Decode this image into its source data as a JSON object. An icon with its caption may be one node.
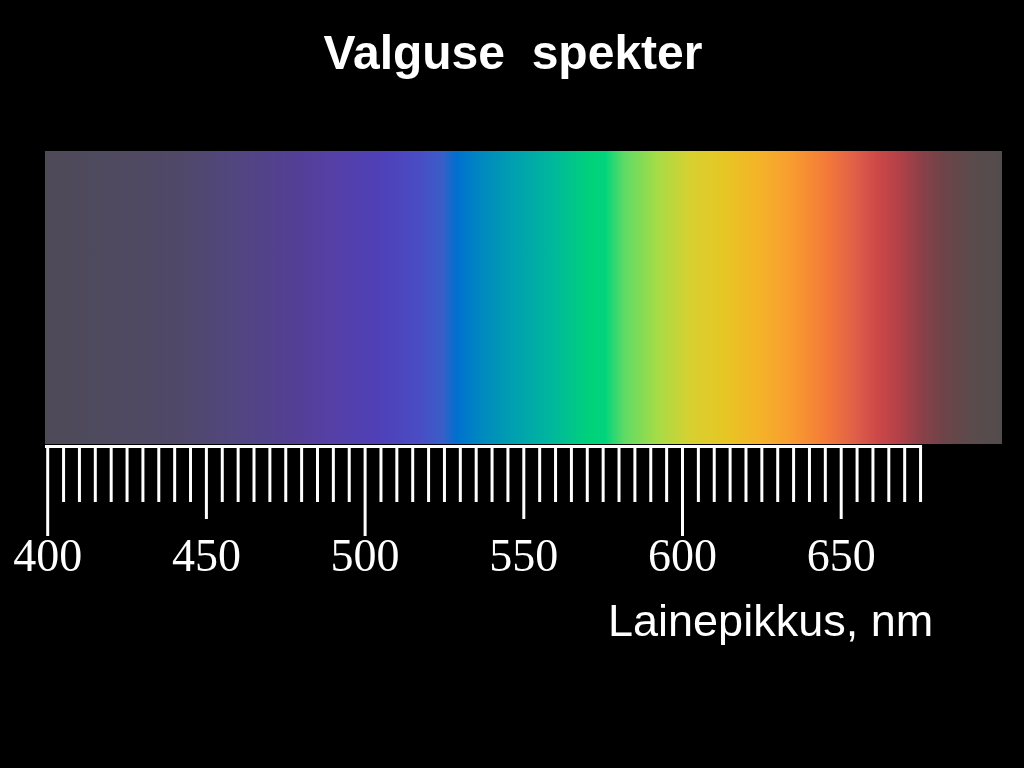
{
  "diagram": {
    "title": "Valguse  spekter",
    "labels": [
      "400",
      "450",
      "500",
      "550",
      "600",
      "650",
      "Lainepikkus, nm"
    ]
  }
}
